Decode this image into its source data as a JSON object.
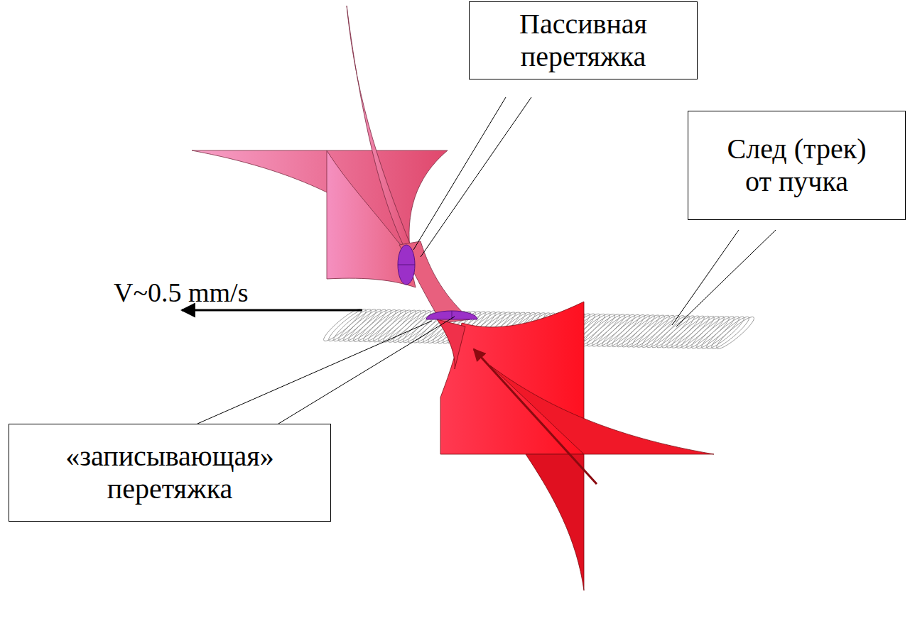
{
  "diagram": {
    "nodes": [
      {
        "text": [
          "Пассивная перетяжка"
        ]
      },
      {
        "text": [
          "След (трек) от пучка"
        ]
      },
      {
        "text": [
          "«записывающая» перетяжка"
        ]
      }
    ],
    "labels": [
      "V~0.5 mm/s"
    ]
  }
}
